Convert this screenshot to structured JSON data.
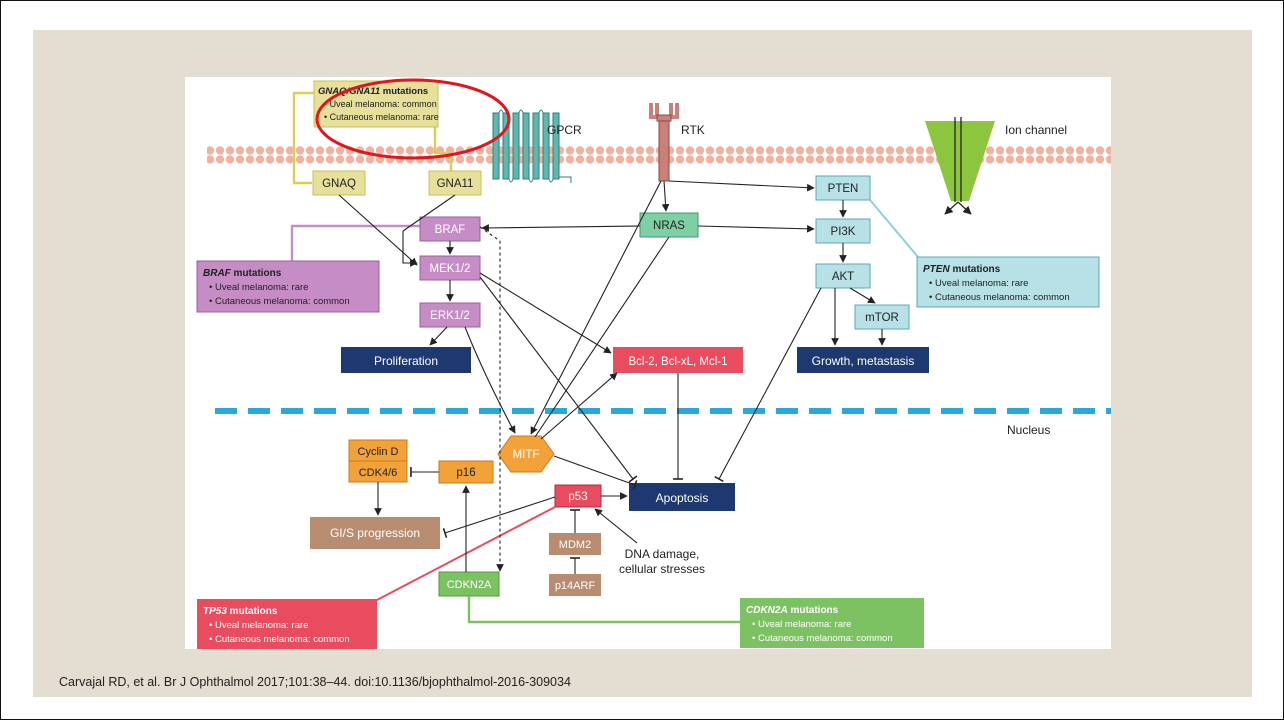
{
  "membrane_labels": {
    "gpcr": "GPCR",
    "rtk": "RTK",
    "ion_channel": "Ion channel"
  },
  "nucleus_label": "Nucleus",
  "nodes": {
    "gnaq": "GNAQ",
    "gna11": "GNA11",
    "braf": "BRAF",
    "mek": "MEK1/2",
    "erk": "ERK1/2",
    "proliferation": "Proliferation",
    "nras": "NRAS",
    "pten": "PTEN",
    "pi3k": "PI3K",
    "akt": "AKT",
    "mtor": "mTOR",
    "growth": "Growth, metastasis",
    "bcl": "Bcl-2, Bcl-xL, Mcl-1",
    "mitf": "MITF",
    "apoptosis": "Apoptosis",
    "cyclin_d": "Cyclin D",
    "cdk": "CDK4/6",
    "p16": "p16",
    "gs_progression": "GI/S progression",
    "p53": "p53",
    "mdm2": "MDM2",
    "p14arf": "p14ARF",
    "cdkn2a": "CDKN2A",
    "dna_damage_1": "DNA damage,",
    "dna_damage_2": "cellular stresses"
  },
  "callouts": {
    "gnaq": {
      "gene": "GNAQ/GNA11",
      "suffix": " mutations",
      "line1": "• Uveal melanoma: common",
      "line2": "• Cutaneous melanoma: rare"
    },
    "braf": {
      "gene": "BRAF",
      "suffix": " mutations",
      "line1": "• Uveal melanoma: rare",
      "line2": "• Cutaneous melanoma: common"
    },
    "pten": {
      "gene": "PTEN",
      "suffix": " mutations",
      "line1": "• Uveal melanoma: rare",
      "line2": "• Cutaneous melanoma: common"
    },
    "tp53": {
      "gene": "TP53",
      "suffix": " mutations",
      "line1": "• Uveal melanoma: rare",
      "line2": "• Cutaneous melanoma: common"
    },
    "cdkn2a": {
      "gene": "CDKN2A",
      "suffix": " mutations",
      "line1": "• Uveal melanoma: rare",
      "line2": "• Cutaneous melanoma: common"
    }
  },
  "citation": "Carvajal RD, et al. Br J Ophthalmol 2017;101:38–44. doi:10.1136/bjophthalmol-2016-309034",
  "colors": {
    "gnaq_fill": "#e6e09a",
    "braf_fill": "#c58cc5",
    "pten_fill": "#b7e1e6",
    "nras_fill": "#7ecfa4",
    "tp53_fill": "#e84c5e",
    "cdkn2a_fill": "#7cc262",
    "proliferation_fill": "#1e3870",
    "cell_cycle_fill": "#f3a23a",
    "gs_fill": "#b88c70",
    "membrane": "#f1b3a1",
    "nucleus_dash": "#2aa8dc",
    "highlight_ring": "#e0161d"
  }
}
